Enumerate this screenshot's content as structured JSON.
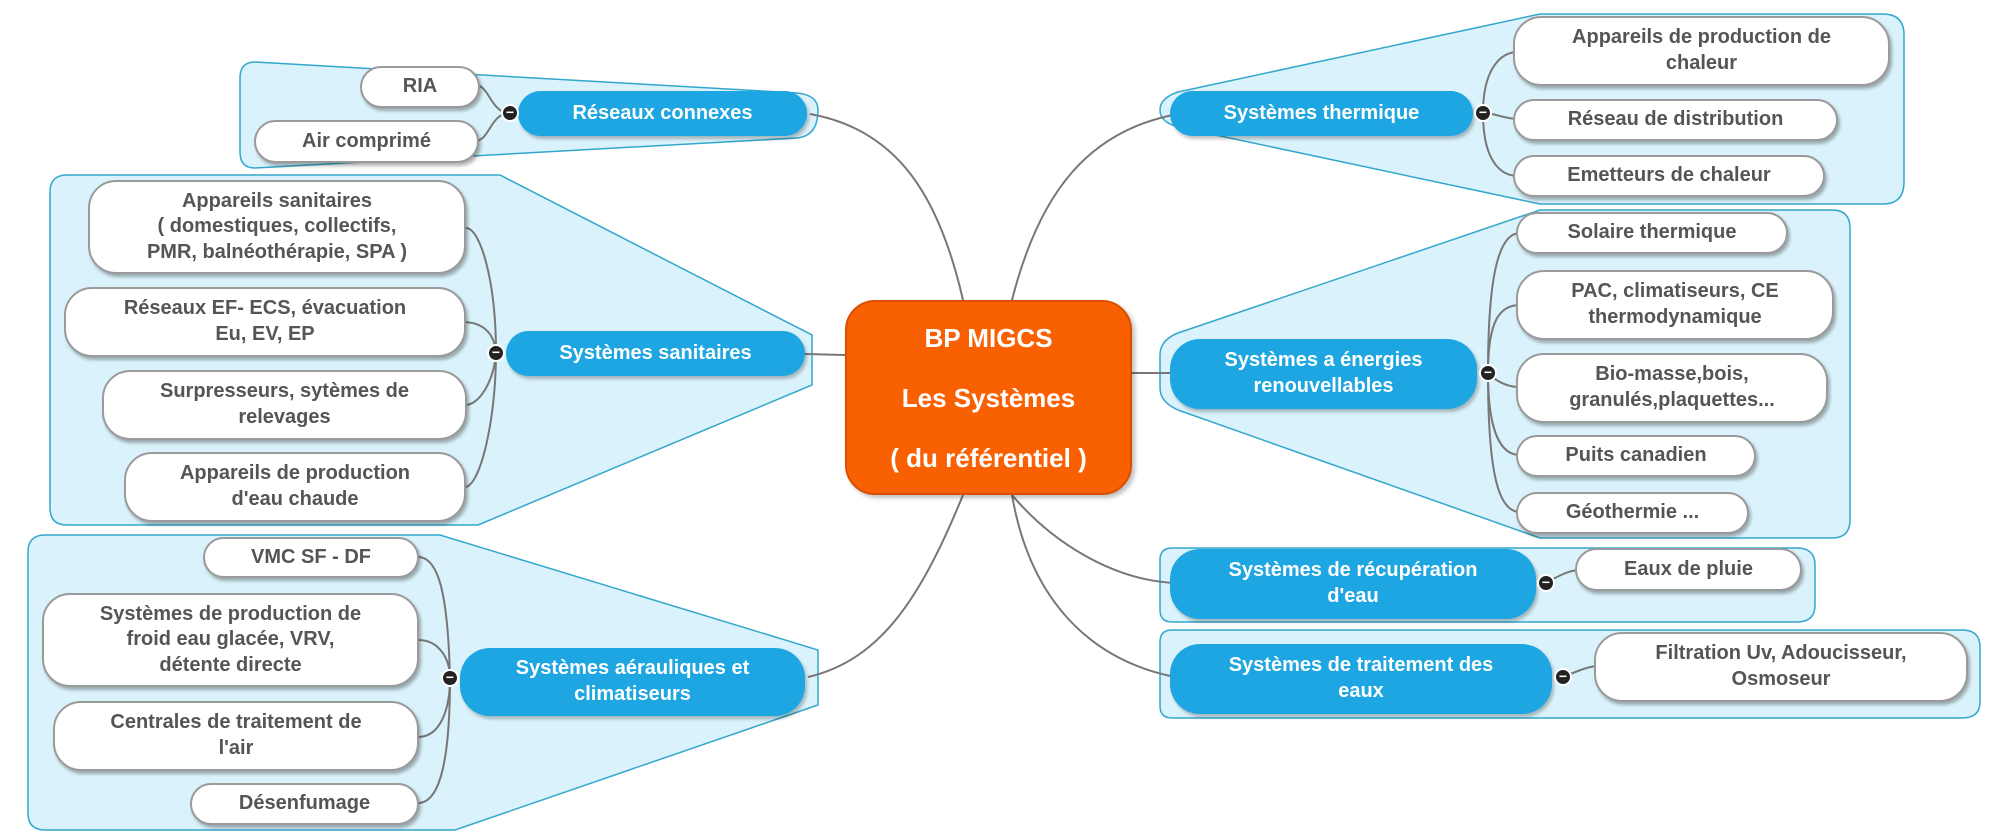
{
  "colors": {
    "central": "#f96002",
    "branch": "#1ea6e2",
    "group_fill": "#daf2fb",
    "group_stroke": "#33a7cd",
    "connector": "#777777"
  },
  "central": {
    "line1": "BP MIGCS",
    "line2": "Les Systèmes",
    "line3": "( du référentiel )"
  },
  "collapse_icon": "−",
  "branches": {
    "reseaux": {
      "label": "Réseaux connexes",
      "leaves": [
        "RIA",
        "Air comprimé"
      ]
    },
    "sanitaires": {
      "label": "Systèmes sanitaires",
      "leaves": [
        "Appareils sanitaires\n( domestiques, collectifs,\nPMR, balnéothérapie, SPA )",
        "Réseaux EF- ECS, évacuation\nEu, EV, EP",
        "Surpresseurs, sytèmes de\nrelevages",
        "Appareils de production\nd'eau chaude"
      ]
    },
    "aerauliques": {
      "label": "Systèmes aérauliques et\nclimatiseurs",
      "leaves": [
        "VMC SF - DF",
        "Systèmes de production de\nfroid eau glacée, VRV,\ndétente directe",
        "Centrales de traitement de\nl'air",
        "Désenfumage"
      ]
    },
    "thermique": {
      "label": "Systèmes thermique",
      "leaves": [
        "Appareils de production de\nchaleur",
        "Réseau de distribution",
        "Emetteurs de chaleur"
      ]
    },
    "renouvelables": {
      "label": "Systèmes a énergies\nrenouvellables",
      "leaves": [
        "Solaire thermique",
        "PAC, climatiseurs, CE\nthermodynamique",
        "Bio-masse,bois,\ngranulés,plaquettes...",
        "Puits canadien",
        "Géothermie ..."
      ]
    },
    "recuperation": {
      "label": "Systèmes de récupération\nd'eau",
      "leaves": [
        "Eaux de pluie"
      ]
    },
    "traitement": {
      "label": "Systèmes de traitement des\neaux",
      "leaves": [
        "Filtration Uv, Adoucisseur,\nOsmoseur"
      ]
    }
  }
}
